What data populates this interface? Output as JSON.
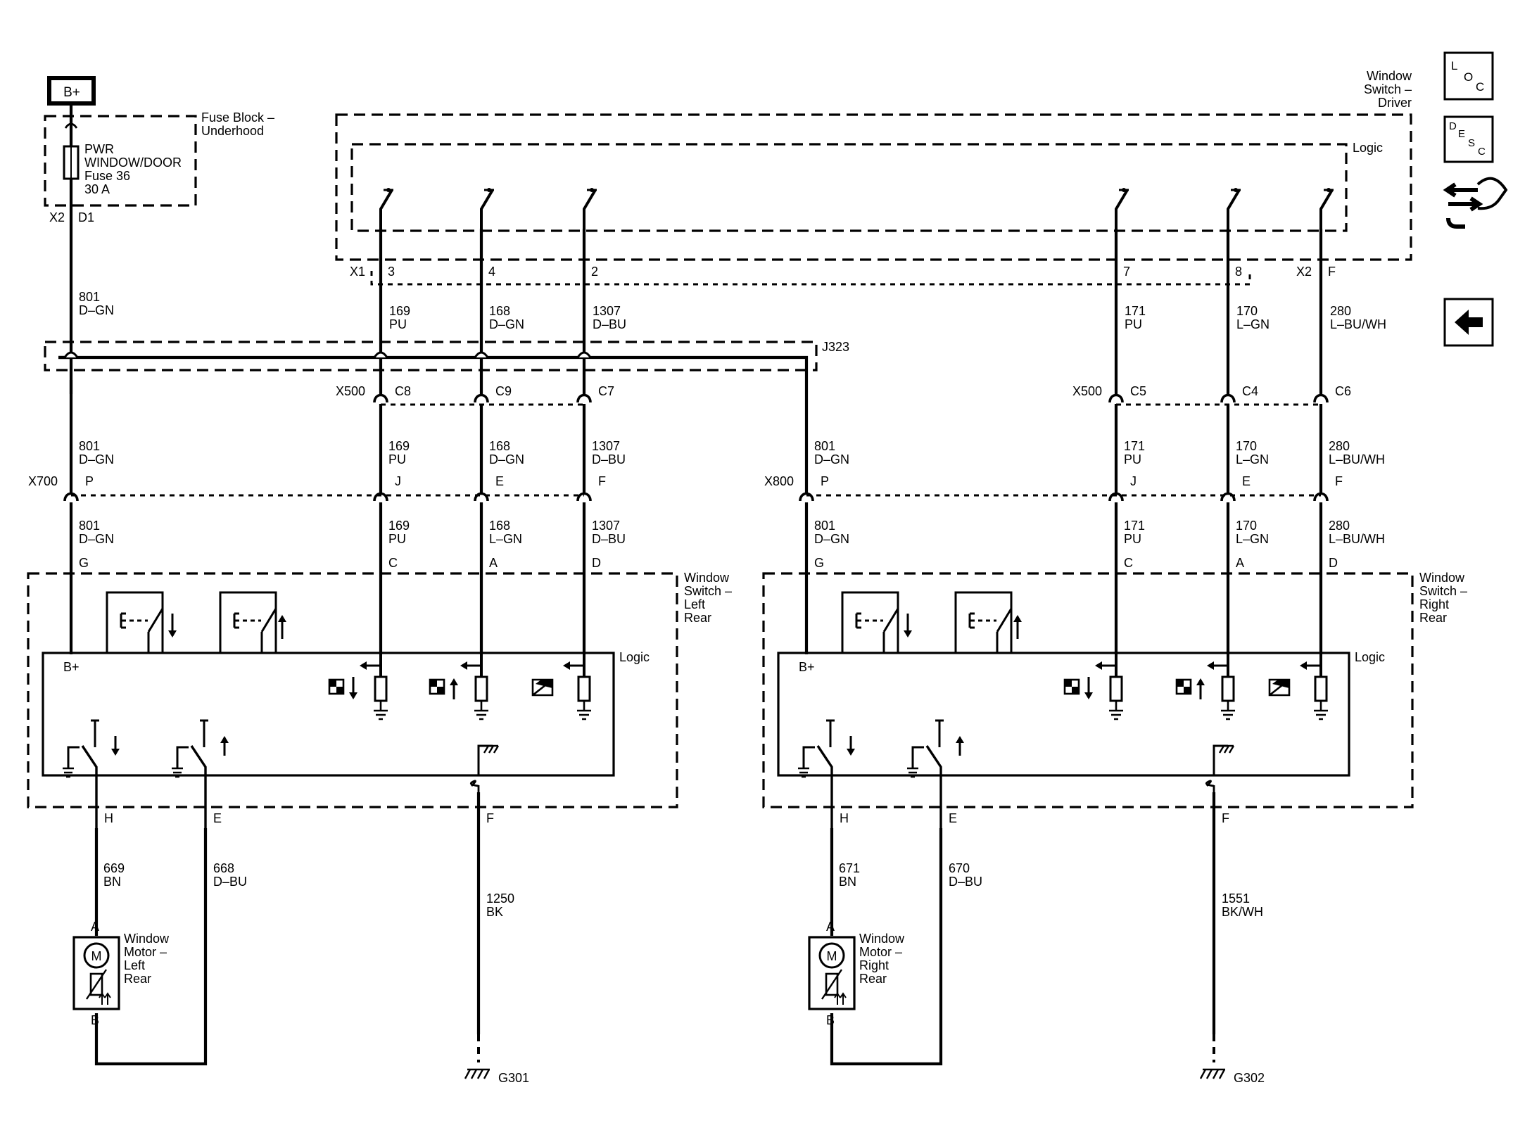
{
  "power": {
    "label": "B+",
    "fuse_block": [
      "Fuse Block –",
      "Underhood"
    ],
    "fuse_text": [
      "PWR",
      "WINDOW/DOOR",
      "Fuse 36",
      "30 A"
    ],
    "pins": [
      "X2",
      "D1"
    ]
  },
  "nav_icons": [
    {
      "name": "loc-icon",
      "text": [
        "L",
        "O",
        "C"
      ]
    },
    {
      "name": "desc-icon",
      "text": [
        "D",
        "E",
        "S",
        "C"
      ]
    },
    {
      "name": "connector-hand-icon",
      "text": []
    },
    {
      "name": "back-arrow-icon",
      "text": []
    }
  ],
  "driver_switch": {
    "title": [
      "Window",
      "Switch –",
      "Driver"
    ],
    "logic": "Logic",
    "x1": "X1",
    "x2": "X2",
    "pins": [
      "3",
      "4",
      "2",
      "7",
      "8",
      "F"
    ]
  },
  "top_wires": [
    {
      "circuit": "801",
      "color": "D–GN"
    },
    {
      "circuit": "169",
      "color": "PU"
    },
    {
      "circuit": "168",
      "color": "D–GN"
    },
    {
      "circuit": "1307",
      "color": "D–BU"
    },
    {
      "circuit": "171",
      "color": "PU"
    },
    {
      "circuit": "170",
      "color": "L–GN"
    },
    {
      "circuit": "280",
      "color": "L–BU/WH"
    }
  ],
  "splice": "J323",
  "x500": {
    "label": "X500",
    "left_pins": [
      "C8",
      "C9",
      "C7"
    ],
    "right_pins": [
      "C5",
      "C4",
      "C6"
    ]
  },
  "mid_wires": {
    "left": [
      {
        "circuit": "801",
        "color": "D–GN"
      },
      {
        "circuit": "169",
        "color": "PU"
      },
      {
        "circuit": "168",
        "color": "D–GN"
      },
      {
        "circuit": "1307",
        "color": "D–BU"
      }
    ],
    "right": [
      {
        "circuit": "801",
        "color": "D–GN"
      },
      {
        "circuit": "171",
        "color": "PU"
      },
      {
        "circuit": "170",
        "color": "L–GN"
      },
      {
        "circuit": "280",
        "color": "L–BU/WH"
      }
    ]
  },
  "x700": {
    "label": "X700",
    "pins": [
      "P",
      "J",
      "E",
      "F"
    ]
  },
  "x800": {
    "label": "X800",
    "pins": [
      "P",
      "J",
      "E",
      "F"
    ]
  },
  "low_wires": {
    "left": [
      {
        "circuit": "801",
        "color": "D–GN"
      },
      {
        "circuit": "169",
        "color": "PU"
      },
      {
        "circuit": "168",
        "color": "L–GN"
      },
      {
        "circuit": "1307",
        "color": "D–BU"
      }
    ],
    "right": [
      {
        "circuit": "801",
        "color": "D–GN"
      },
      {
        "circuit": "171",
        "color": "PU"
      },
      {
        "circuit": "170",
        "color": "L–GN"
      },
      {
        "circuit": "280",
        "color": "L–BU/WH"
      }
    ]
  },
  "left_switch": {
    "title": [
      "Window",
      "Switch –",
      "Left",
      "Rear"
    ],
    "logic": "Logic",
    "bplus": "B+",
    "top_pins": [
      "G",
      "C",
      "A",
      "D"
    ],
    "bottom_pins": [
      "H",
      "E",
      "F"
    ],
    "motor_wires": [
      {
        "circuit": "669",
        "color": "BN"
      },
      {
        "circuit": "668",
        "color": "D–BU"
      }
    ],
    "ground_wire": {
      "circuit": "1250",
      "color": "BK"
    },
    "motor": {
      "title": [
        "Window",
        "Motor –",
        "Left",
        "Rear"
      ],
      "m": "M",
      "pin_a": "A",
      "pin_b": "B"
    },
    "ground": "G301"
  },
  "right_switch": {
    "title": [
      "Window",
      "Switch –",
      "Right",
      "Rear"
    ],
    "logic": "Logic",
    "bplus": "B+",
    "top_pins": [
      "G",
      "C",
      "A",
      "D"
    ],
    "bottom_pins": [
      "H",
      "E",
      "F"
    ],
    "motor_wires": [
      {
        "circuit": "671",
        "color": "BN"
      },
      {
        "circuit": "670",
        "color": "D–BU"
      }
    ],
    "ground_wire": {
      "circuit": "1551",
      "color": "BK/WH"
    },
    "motor": {
      "title": [
        "Window",
        "Motor –",
        "Right",
        "Rear"
      ],
      "m": "M",
      "pin_a": "A",
      "pin_b": "B"
    },
    "ground": "G302"
  }
}
